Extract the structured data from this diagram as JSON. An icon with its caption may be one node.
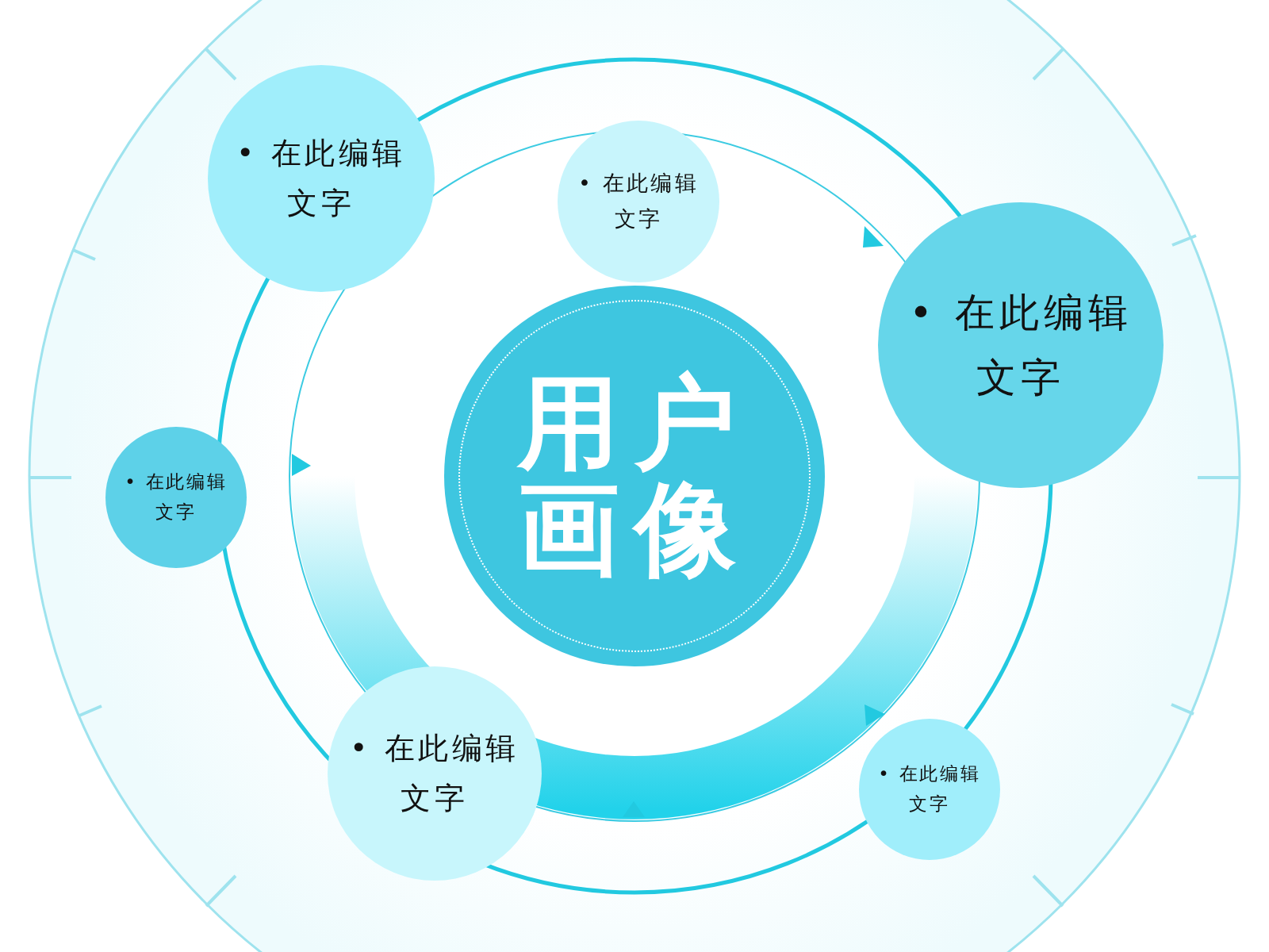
{
  "diagram": {
    "nodes": [
      {
        "text": [
          "• 在此编辑文字"
        ]
      },
      {
        "text": [
          "• 在此编辑文字"
        ]
      },
      {
        "text": [
          "• 在此编辑文字"
        ]
      },
      {
        "text": [
          "用户画像"
        ]
      },
      {
        "text": [
          "• 在此编辑文字"
        ]
      },
      {
        "text": [
          "• 在此编辑文字"
        ]
      },
      {
        "text": [
          "• 在此编辑文字"
        ]
      }
    ]
  }
}
